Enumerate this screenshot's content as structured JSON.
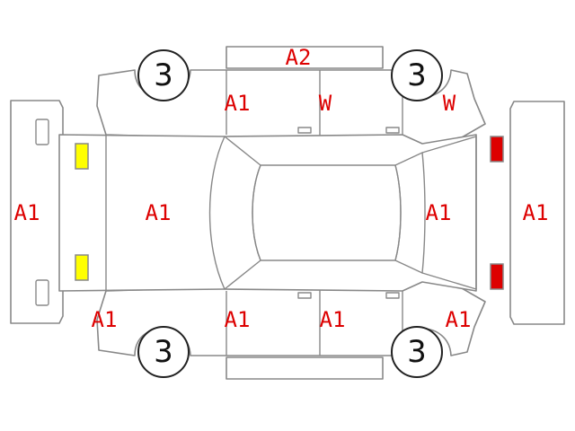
{
  "colors": {
    "line": "#888888",
    "code_text": "#dd0000",
    "headlight": "#ffff00",
    "taillight": "#dd0000"
  },
  "tires": {
    "front_left": "3",
    "rear_left": "3",
    "front_right": "3",
    "rear_right": "3"
  },
  "damage_codes": {
    "front_bumper": "A1",
    "hood": "A1",
    "roof_rail_top": "A2",
    "front_door_top": "A1",
    "rear_door_top": "W",
    "rear_quarter_top": "W",
    "trunk": "A1",
    "rear_bumper": "A1",
    "front_fender_bottom": "A1",
    "front_door_bottom": "A1",
    "rear_door_bottom": "A1",
    "rear_quarter_bottom": "A1"
  }
}
